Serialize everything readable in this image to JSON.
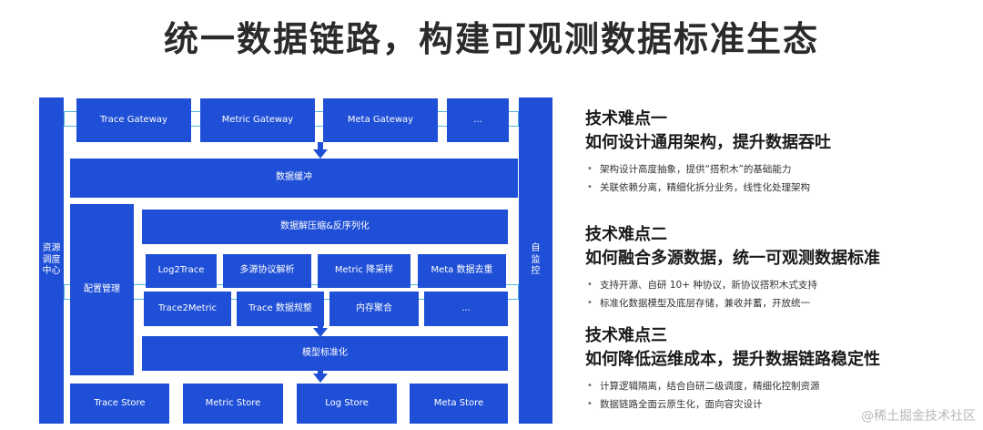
{
  "title": "统一数据链路，构建可观测数据标准生态",
  "diagram": {
    "left_bar": "资源\n调度\n中心",
    "right_bar": "自\n监\n控",
    "gateways": [
      "Trace Gateway",
      "Metric Gateway",
      "Meta Gateway",
      "..."
    ],
    "buffer": "数据缓冲",
    "config": "配置管理",
    "decode": "数据解压缩&反序列化",
    "row1": [
      "Log2Trace",
      "多源协议解析",
      "Metric 降采样",
      "Meta 数据去重"
    ],
    "row2": [
      "Trace2Metric",
      "Trace 数据规整",
      "内存聚合",
      "..."
    ],
    "model": "模型标准化",
    "stores": [
      "Trace Store",
      "Metric Store",
      "Log Store",
      "Meta Store"
    ]
  },
  "points": [
    {
      "title": "技术难点一",
      "subtitle": "如何设计通用架构，提升数据吞吐",
      "items": [
        "架构设计高度抽象，提供“搭积木”的基础能力",
        "关联依赖分离，精细化拆分业务，线性化处理架构"
      ]
    },
    {
      "title": "技术难点二",
      "subtitle": "如何融合多源数据，统一可观测数据标准",
      "items": [
        "支持开源、自研 10+ 种协议，新协议搭积木式支持",
        "标准化数据模型及底层存储，兼收并蓄，开放统一"
      ]
    },
    {
      "title": "技术难点三",
      "subtitle": "如何降低运维成本，提升数据链路稳定性",
      "items": [
        "计算逻辑隔离，结合自研二级调度，精细化控制资源",
        "数据链路全面云原生化，面向容灾设计"
      ]
    }
  ],
  "watermark": "@稀土掘金技术社区",
  "colors": {
    "block": "#1f4fd6",
    "connector": "#52b5e0"
  }
}
